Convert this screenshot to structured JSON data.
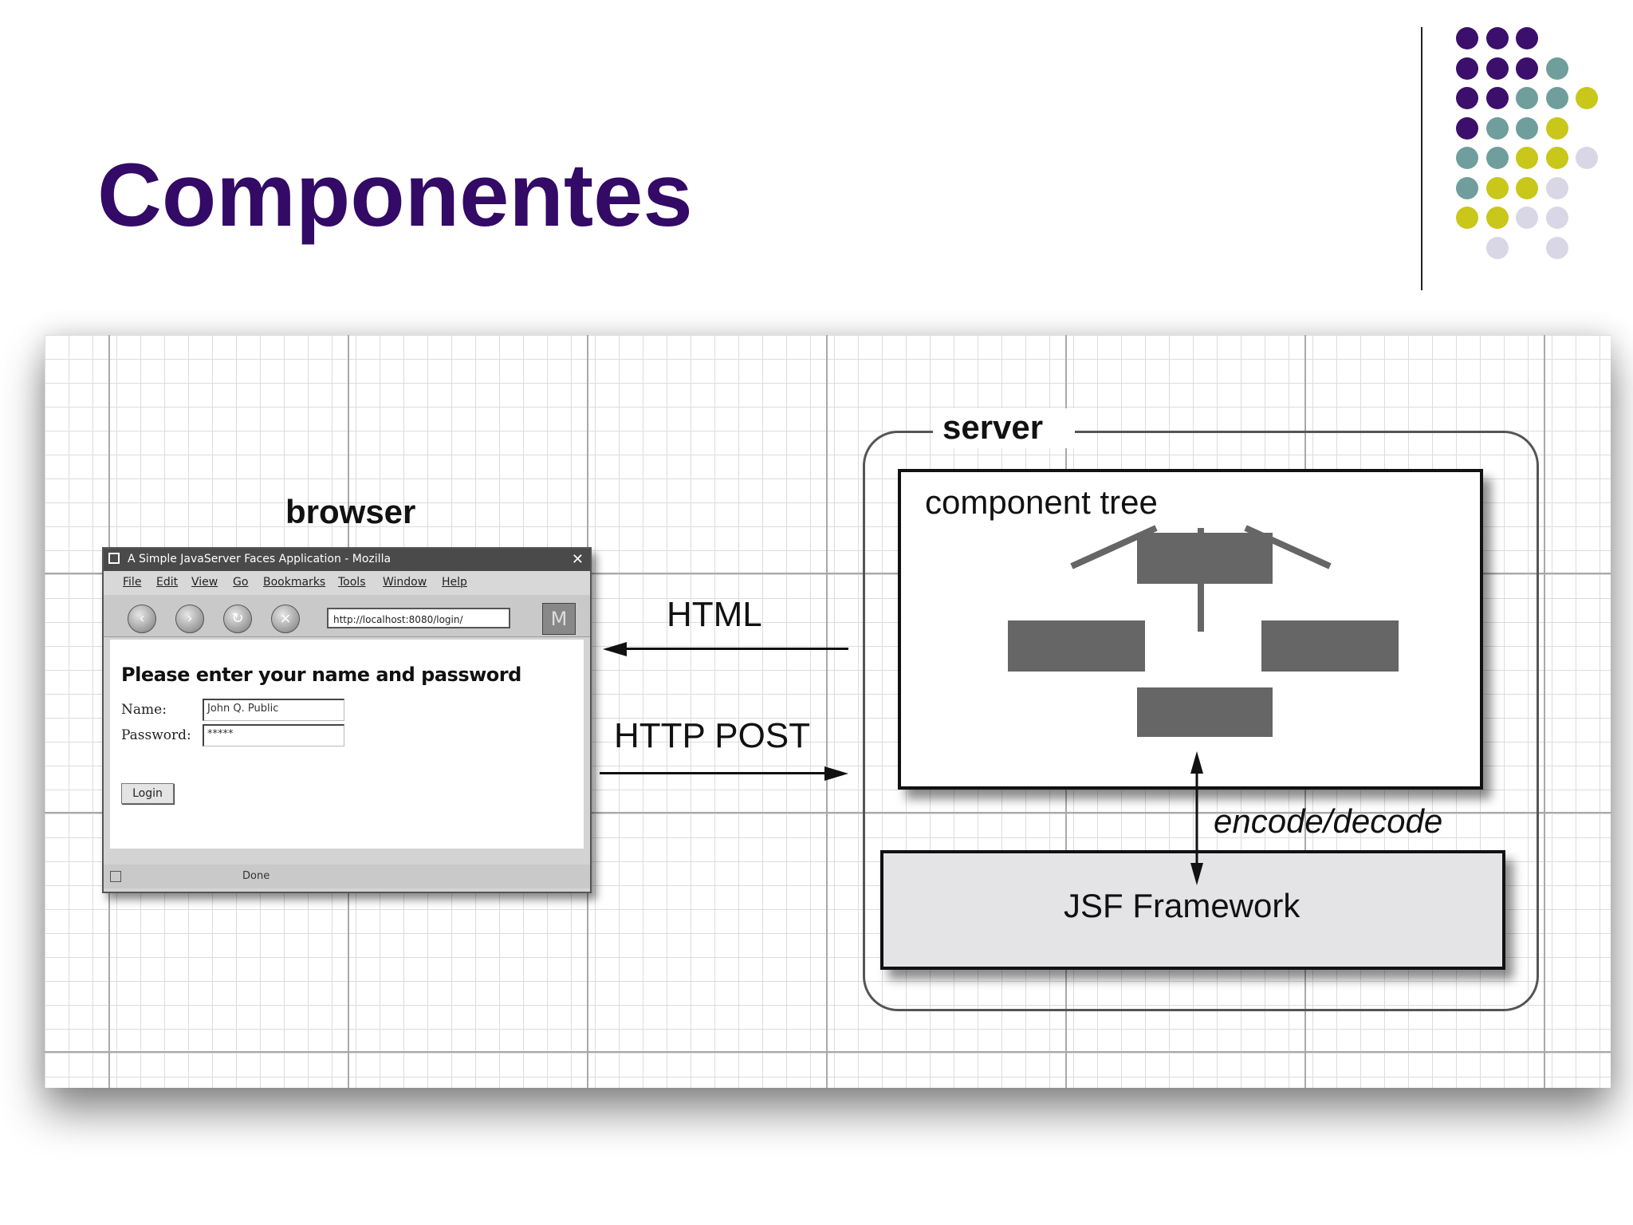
{
  "slide": {
    "title": "Componentes"
  },
  "decor": {
    "dot_colors": {
      "purple": "#3b0f6b",
      "teal": "#6f9e9c",
      "yellow": "#c8c71a",
      "lavender": "#d9d7e6"
    }
  },
  "diagram": {
    "browser_label": "browser",
    "server_label": "server",
    "component_tree_label": "component tree",
    "framework_label": "JSF Framework",
    "encode_label": "encode/decode",
    "arrow_html_label": "HTML",
    "arrow_post_label": "HTTP POST"
  },
  "browser_window": {
    "title": "A Simple JavaServer Faces Application - Mozilla",
    "menu": [
      "File",
      "Edit",
      "View",
      "Go",
      "Bookmarks",
      "Tools",
      "Window",
      "Help"
    ],
    "url": "http://localhost:8080/login/",
    "heading": "Please enter your name and password",
    "name_label": "Name:",
    "name_value": "John Q. Public",
    "password_label": "Password:",
    "password_value": "*****",
    "login_button": "Login",
    "status": "Done"
  },
  "colors": {
    "title": "#330a66",
    "node": "#666666",
    "framework_fill": "#e4e3e6"
  }
}
